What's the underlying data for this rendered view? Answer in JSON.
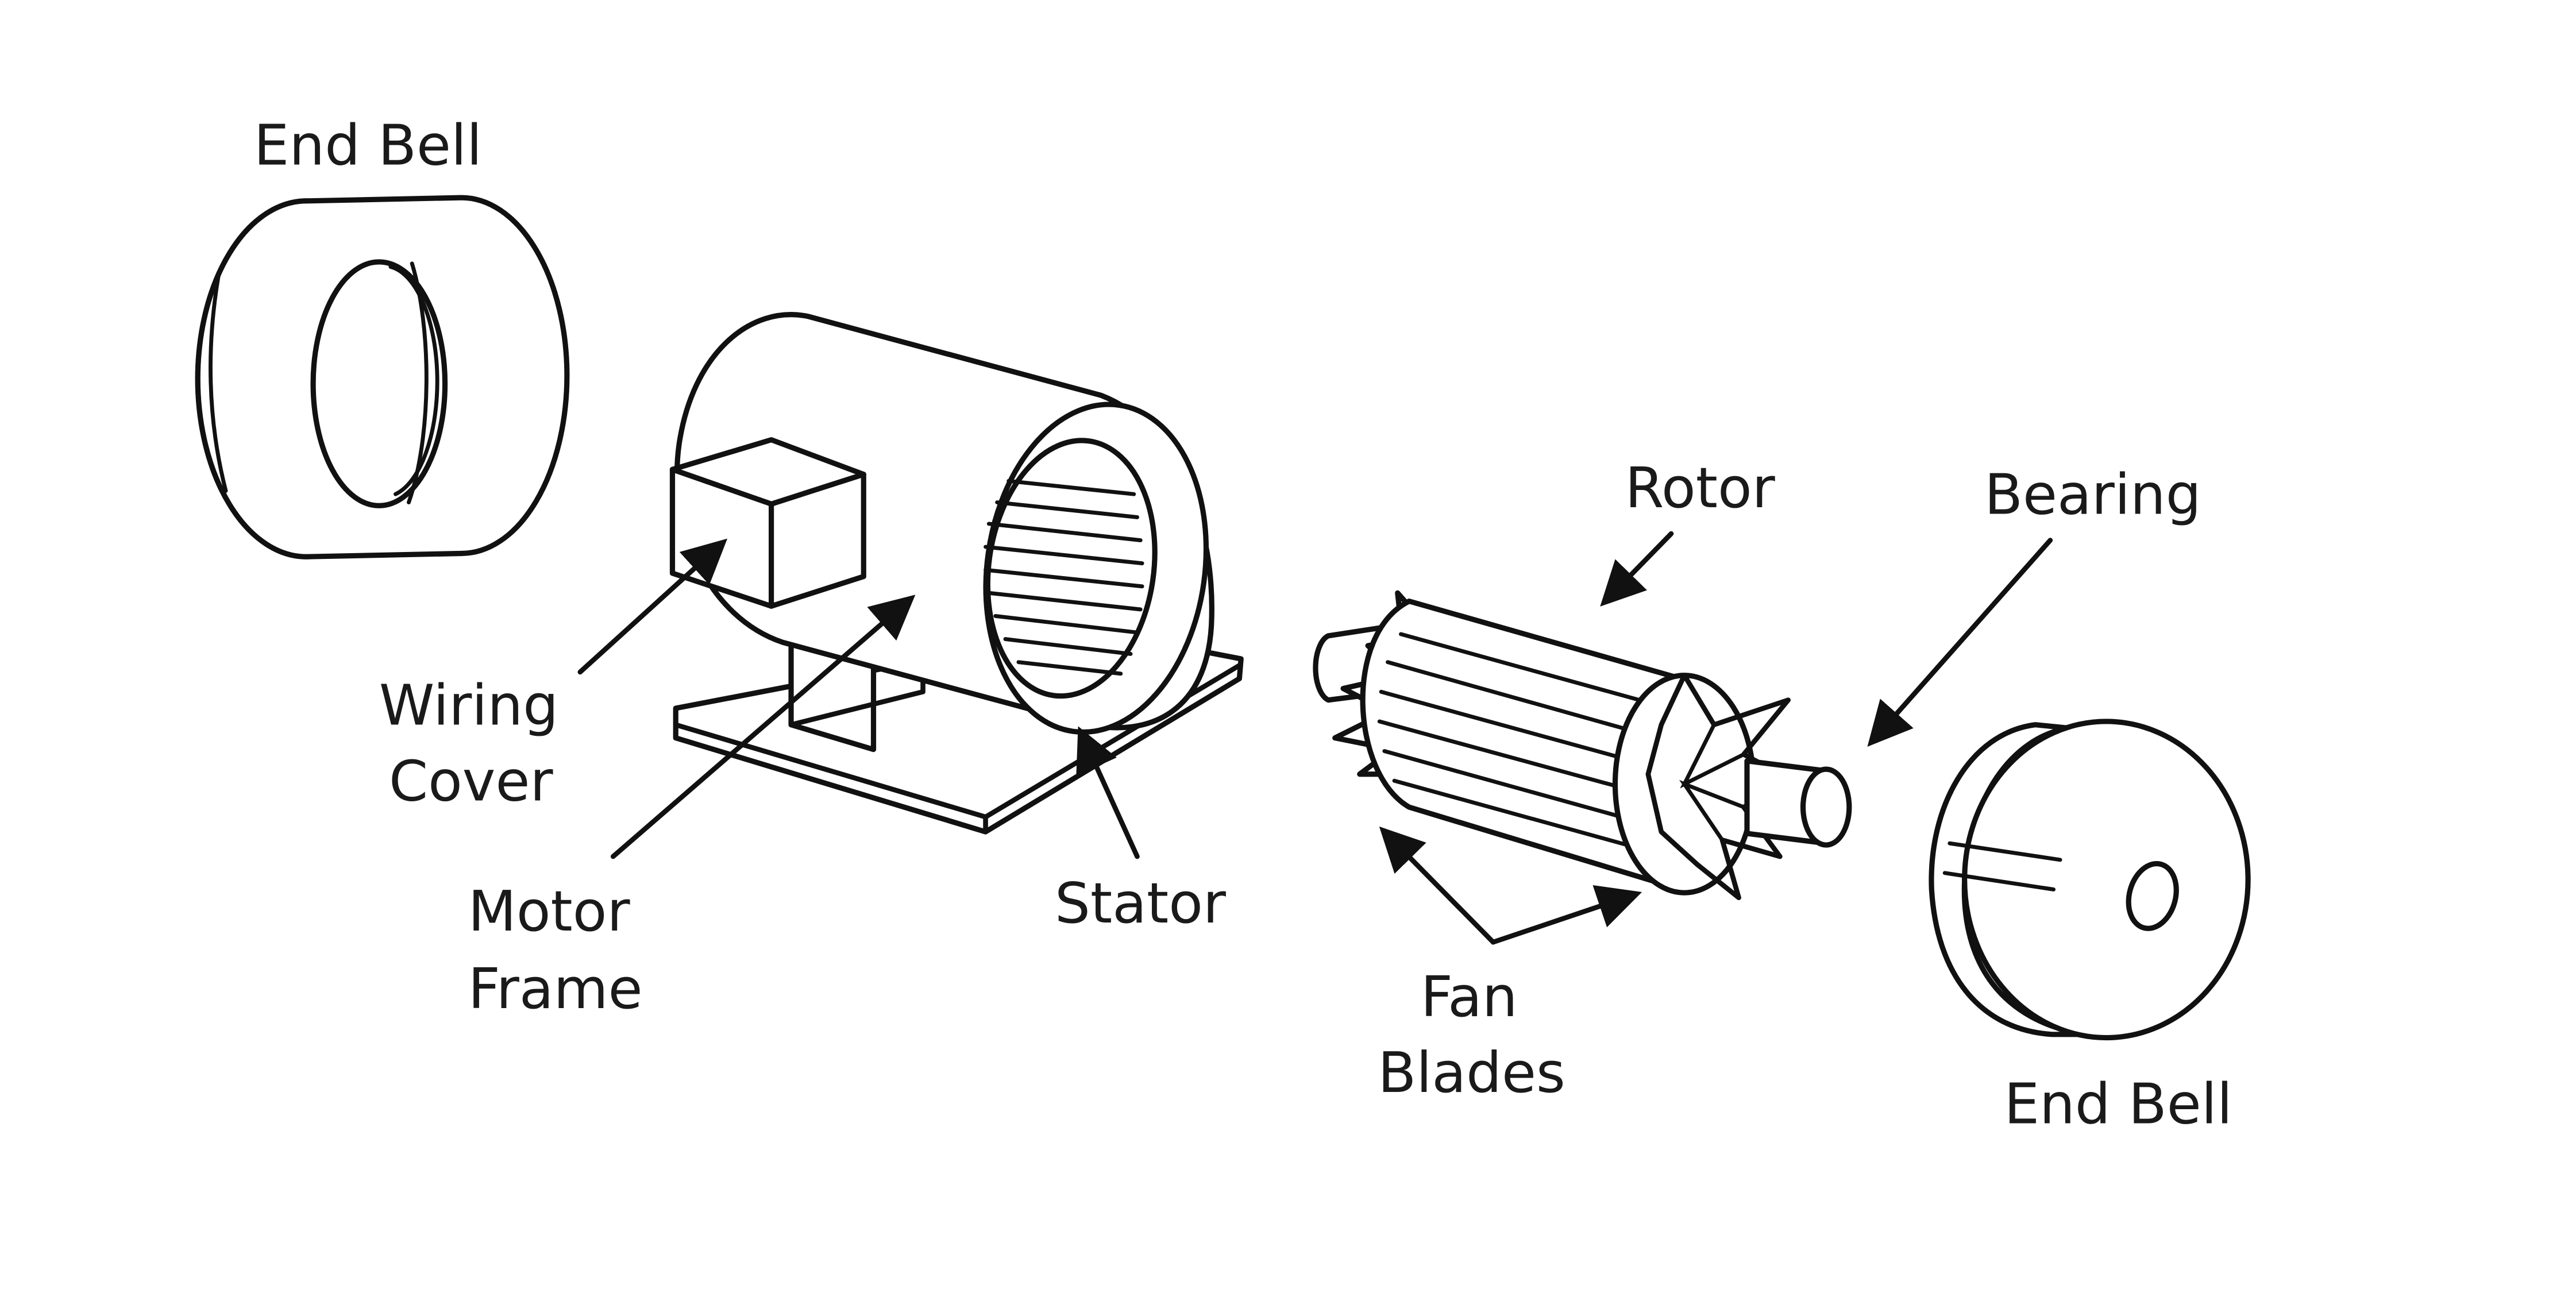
{
  "labels": {
    "end_bell_left": "End Bell",
    "wiring_line1": "Wiring",
    "wiring_line2": "Cover",
    "motor_line1": "Motor",
    "motor_line2": "Frame",
    "stator": "Stator",
    "rotor": "Rotor",
    "bearing": "Bearing",
    "fan_line1": "Fan",
    "fan_line2": "Blades",
    "end_bell_right": "End Bell"
  }
}
